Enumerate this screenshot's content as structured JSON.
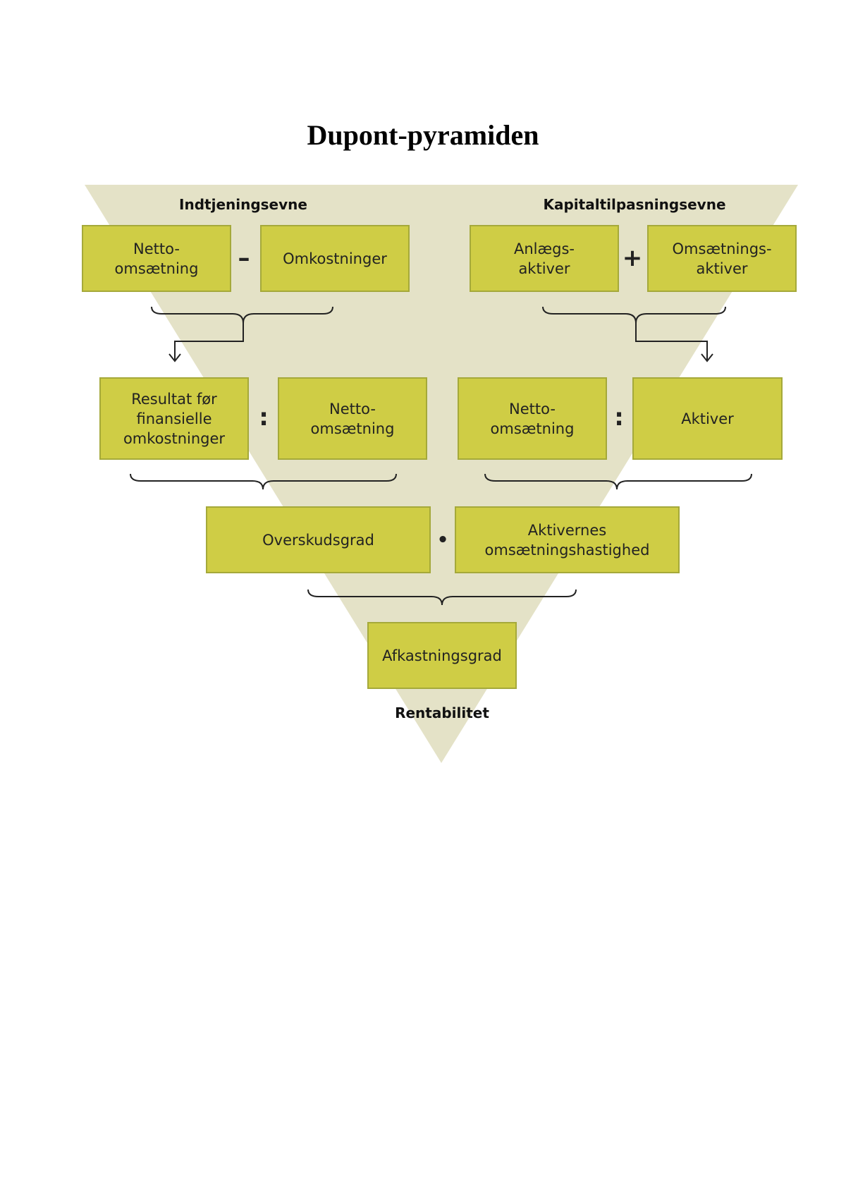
{
  "title": "Dupont-pyramiden",
  "colors": {
    "pyramid": "#e4e2c7",
    "box_fill": "#cfcd45",
    "box_border": "#a5a93a",
    "lines": "#222222"
  },
  "headings": {
    "left": "Indtjeningsevne",
    "right": "Kapitaltilpasningsevne",
    "bottom": "Rentabilitet"
  },
  "row1": {
    "left_a": "Netto-\nomsætning",
    "op_left": "–",
    "left_b": "Omkostninger",
    "right_a": "Anlægs-\naktiver",
    "op_right": "+",
    "right_b": "Omsætnings-\naktiver"
  },
  "row2": {
    "left_a": "Resultat før\nfinansielle\nomkostninger",
    "op_left": ":",
    "left_b": "Netto-\nomsætning",
    "right_a": "Netto-\nomsætning",
    "op_right": ":",
    "right_b": "Aktiver"
  },
  "row3": {
    "left": "Overskudsgrad",
    "op": "•",
    "right": "Aktivernes\nomsætningshastighed"
  },
  "row4": {
    "result": "Afkastningsgrad"
  }
}
